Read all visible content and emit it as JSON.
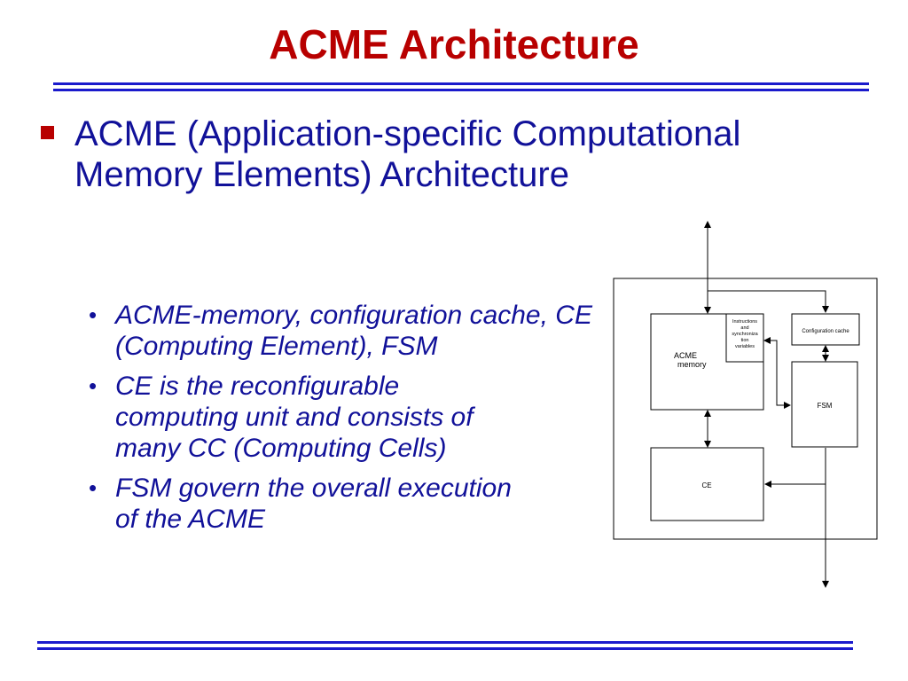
{
  "slide": {
    "title": "ACME Architecture",
    "main_bullet": "ACME (Application-specific Computational Memory Elements) Architecture",
    "sub_bullets": [
      "ACME-memory, configuration cache, CE (Computing Element), FSM",
      "CE is the reconfigurable\ncomputing unit and consists of\nmany CC (Computing Cells)",
      "FSM govern the overall execution\nof the ACME"
    ]
  },
  "diagram": {
    "acme_memory_label_line1": "ACME",
    "acme_memory_label_line2": "memory",
    "instr_line1": "Instructions",
    "instr_line2": "and",
    "instr_line3": "synchroniza",
    "instr_line4": "tion",
    "instr_line5": "variables",
    "config_cache_label": "Configuration cache",
    "fsm_label": "FSM",
    "ce_label": "CE"
  },
  "colors": {
    "title": "#b80000",
    "text": "#111199",
    "rule": "#1a1acc",
    "bullet_square": "#b80000"
  }
}
